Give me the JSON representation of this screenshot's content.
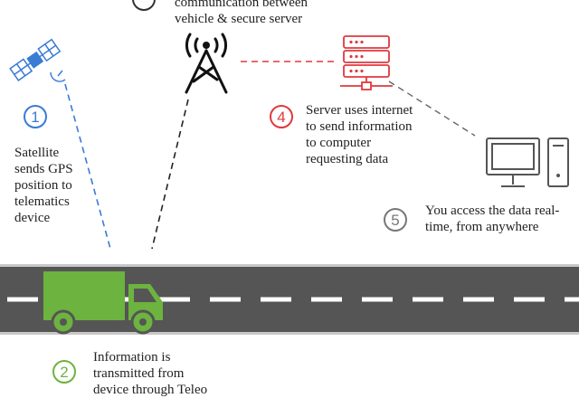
{
  "colors": {
    "satellite_blue": "#3a7bd5",
    "server_red": "#e0393e",
    "truck_green": "#6db33f",
    "monitor_gray": "#555555",
    "road_gray": "#555555"
  },
  "icons": {
    "satellite": "satellite-icon",
    "tower": "cell-tower-icon",
    "server": "server-icon",
    "computer": "desktop-computer-icon",
    "truck": "truck-icon"
  },
  "steps": {
    "step1": {
      "number": "1",
      "lines": [
        "Satellite",
        "sends GPS",
        "position to",
        "telematics",
        "device"
      ]
    },
    "step2": {
      "number": "2",
      "lines": [
        "Information is",
        "transmitted from",
        "device through Teleo"
      ]
    },
    "step3": {
      "lines": [
        "communication between",
        "vehicle & secure server"
      ]
    },
    "step4": {
      "number": "4",
      "lines": [
        "Server uses internet",
        "to send information",
        "to computer",
        "requesting data"
      ]
    },
    "step5": {
      "number": "5",
      "lines": [
        "You access the data real-",
        "time, from anywhere"
      ]
    }
  }
}
